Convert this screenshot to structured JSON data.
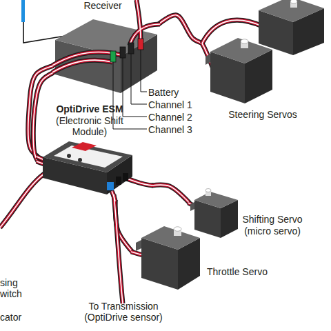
{
  "diagram": {
    "nodes": [
      {
        "text": [
          "Receiver"
        ]
      },
      {
        "text": [
          "Steering Servos"
        ]
      },
      {
        "text": [
          "OptiDrive ESM",
          "(Electronic Shift Module)"
        ]
      },
      {
        "text": [
          "Shifting Servo",
          "(micro servo)"
        ]
      },
      {
        "text": [
          "Throttle Servo"
        ]
      }
    ],
    "edges": [
      {
        "from": 0,
        "to": 1,
        "arrow": "none"
      },
      {
        "from": 0,
        "to": 2,
        "arrow": "none"
      },
      {
        "from": 0,
        "to": 2,
        "arrow": "none"
      },
      {
        "from": 2,
        "to": 3,
        "arrow": "none"
      },
      {
        "from": 2,
        "to": 4,
        "arrow": "none"
      }
    ],
    "labels": [
      "Battery",
      "Channel 1",
      "Channel 2",
      "Channel 3",
      "To Transmission (OptiDrive sensor)",
      "sing witch",
      "cator"
    ]
  }
}
